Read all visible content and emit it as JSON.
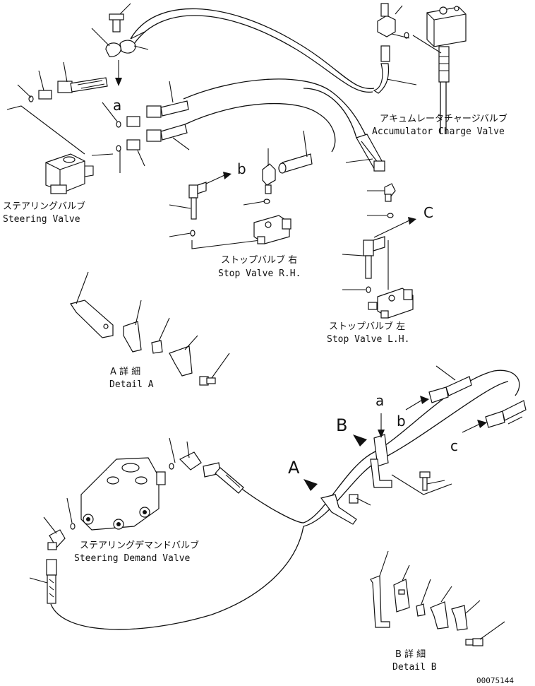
{
  "labels": {
    "accumulator_jp": "アキュムレータチャージバルブ",
    "accumulator_en": "Accumulator Charge Valve",
    "steering_jp": "ステアリングバルブ",
    "steering_en": "Steering Valve",
    "stop_rh_jp": "ストップバルブ 右",
    "stop_rh_en": "Stop Valve R.H.",
    "stop_lh_jp": "ストップバルブ 左",
    "stop_lh_en": "Stop Valve L.H.",
    "detail_a_jp": "A 詳 細",
    "detail_a_en": "Detail A",
    "demand_jp": "ステアリングデマンドバルブ",
    "demand_en": "Steering Demand Valve",
    "detail_b_jp": "B 詳 細",
    "detail_b_en": "Detail B",
    "figure_no": "00075144"
  },
  "callouts": {
    "a_top": "a",
    "b_top": "b",
    "c_top": "C",
    "a_bottom": "a",
    "b_bottom": "b",
    "c_bottom": "c",
    "view_a": "A",
    "view_b": "B"
  }
}
